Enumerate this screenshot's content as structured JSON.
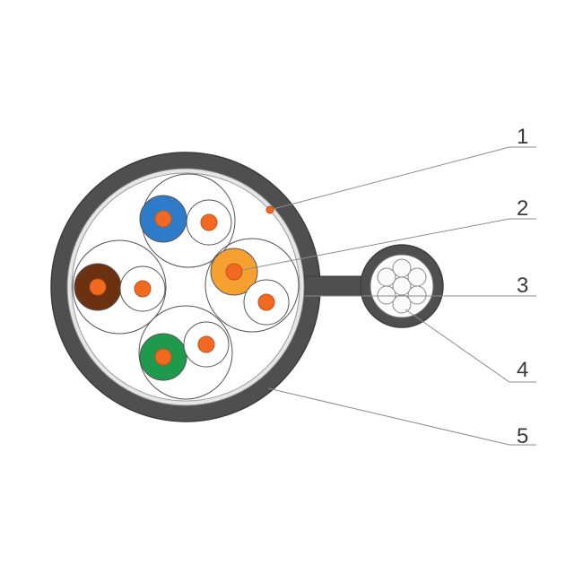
{
  "colors": {
    "jacket": "#4f4f4f",
    "jacket_edge": "#3d3d3d",
    "inner": "#ffffff",
    "inner_stroke": "#8a8a8a",
    "pair_stroke": "#555555",
    "copper": "#f26a21",
    "copper_edge": "#c0531a",
    "leader": "#8c8c8c"
  },
  "pairs": [
    {
      "name": "blue-pair",
      "color": "#2e7cc9"
    },
    {
      "name": "orange-pair",
      "color": "#f5a031"
    },
    {
      "name": "brown-pair",
      "color": "#6b3111"
    },
    {
      "name": "green-pair",
      "color": "#1f9a4c"
    }
  ],
  "callouts": [
    {
      "label": "1"
    },
    {
      "label": "2"
    },
    {
      "label": "3"
    },
    {
      "label": "4"
    },
    {
      "label": "5"
    }
  ]
}
